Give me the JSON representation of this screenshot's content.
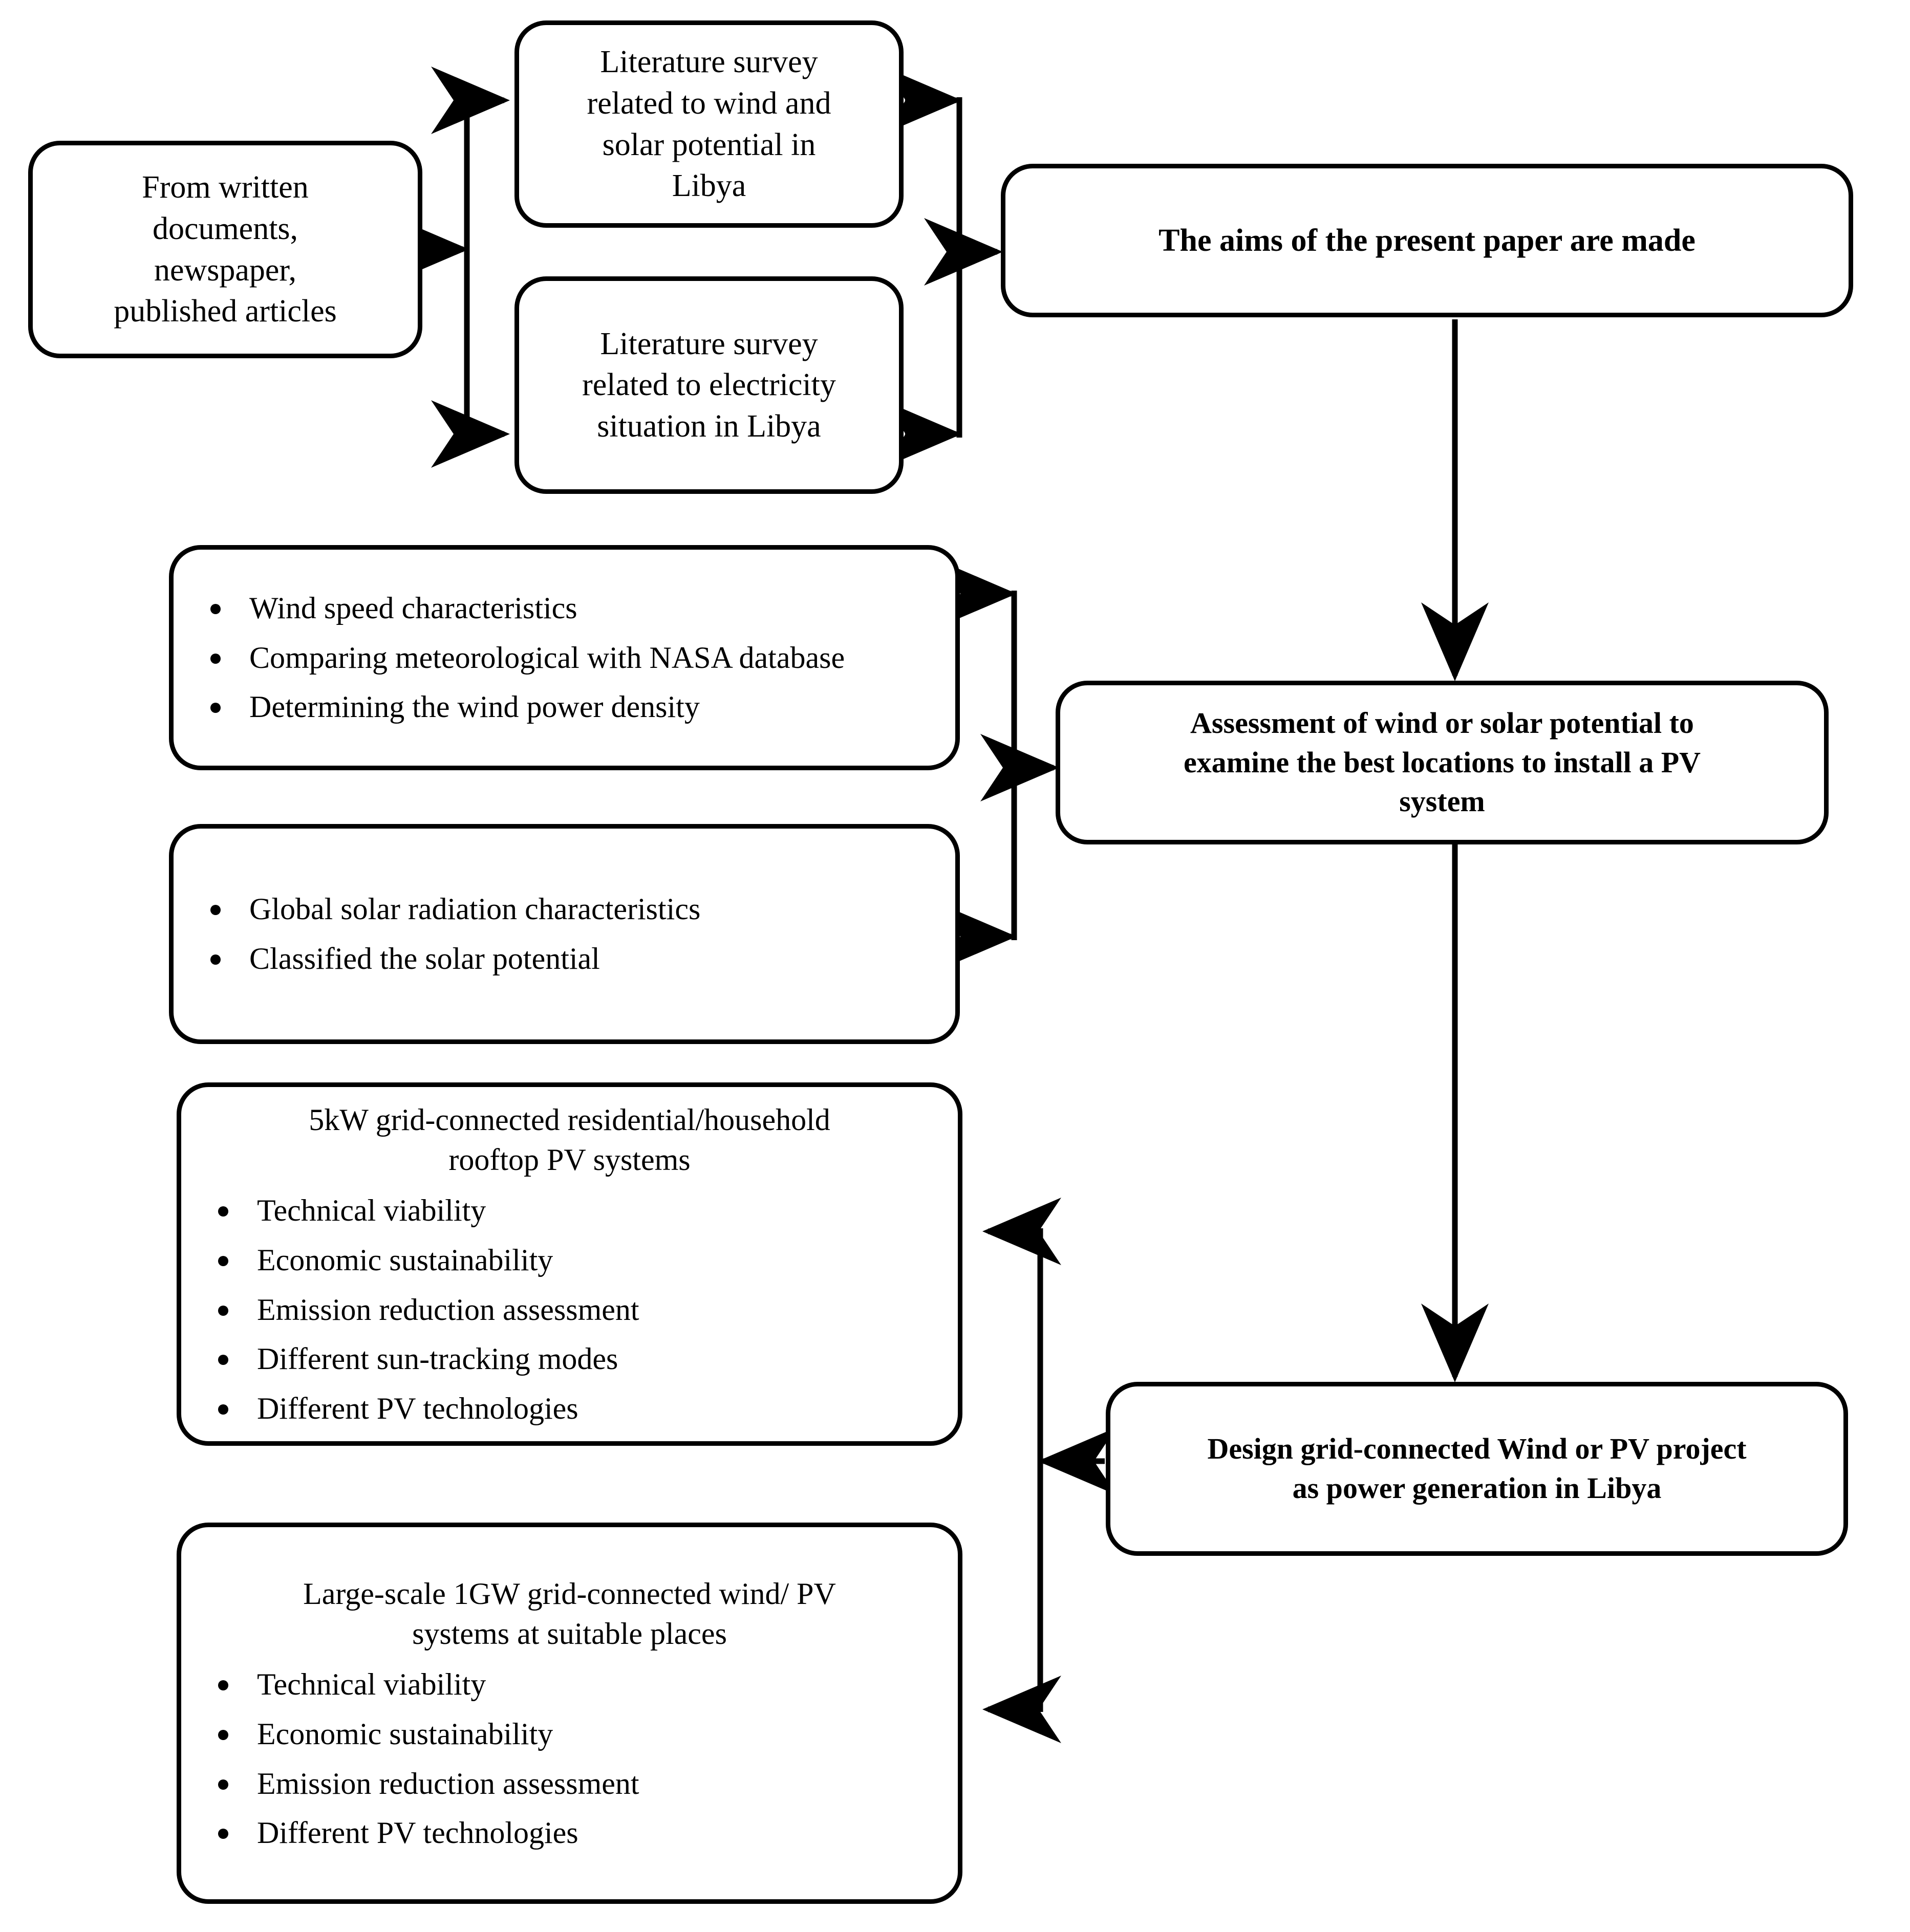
{
  "diagram": {
    "title": "Research methodology flowchart",
    "line_color": "#000000",
    "box_fill": "#ffffff",
    "nodes": {
      "sources": {
        "name": "from-written-documents",
        "lines": [
          "From written",
          "documents,",
          "newspaper,",
          "published articles"
        ]
      },
      "lit_wind_solar": {
        "name": "literature-survey-wind-solar",
        "lines": [
          "Literature survey",
          "related to wind and",
          "solar potential in",
          "Libya"
        ]
      },
      "lit_electricity": {
        "name": "literature-survey-electricity",
        "lines": [
          "Literature survey",
          "related to electricity",
          "situation in Libya"
        ]
      },
      "aims": {
        "name": "aims-of-paper",
        "lines": [
          "The aims of the present paper are made"
        ]
      },
      "wind_tasks": {
        "name": "wind-assessment-tasks",
        "bullets": [
          "Wind speed characteristics",
          "Comparing meteorological with NASA database",
          "Determining the wind power density"
        ]
      },
      "solar_tasks": {
        "name": "solar-assessment-tasks",
        "bullets": [
          "Global solar radiation characteristics",
          "Classified the solar potential"
        ]
      },
      "assessment": {
        "name": "assessment-of-potential",
        "lines": [
          "Assessment of wind or solar potential  to",
          "examine the best locations to install a PV",
          "system"
        ]
      },
      "design": {
        "name": "design-grid-connected-project",
        "lines": [
          "Design grid-connected Wind or PV project",
          "as power generation in Libya"
        ]
      },
      "residential_pv": {
        "name": "residential-rooftop-pv-system",
        "heading": [
          "5kW grid-connected residential/household",
          "rooftop PV systems"
        ],
        "bullets": [
          "Technical viability",
          "Economic sustainability",
          "Emission reduction assessment",
          "Different sun-tracking modes",
          "Different PV technologies"
        ]
      },
      "large_scale": {
        "name": "large-scale-1gw-systems",
        "heading": [
          "Large-scale 1GW grid-connected wind/ PV",
          "systems at suitable places"
        ],
        "bullets": [
          "Technical viability",
          "Economic sustainability",
          "Emission reduction assessment",
          "Different PV technologies"
        ]
      }
    },
    "connectors": [
      {
        "name": "sources-to-literature-split",
        "direction": "right-branch"
      },
      {
        "name": "literature-merge-to-aims",
        "direction": "right-merge"
      },
      {
        "name": "aims-to-assessment",
        "direction": "down"
      },
      {
        "name": "tasks-merge-to-assessment",
        "direction": "right-merge"
      },
      {
        "name": "assessment-to-design",
        "direction": "down"
      },
      {
        "name": "design-to-pv-systems-split",
        "direction": "left-branch"
      }
    ]
  }
}
